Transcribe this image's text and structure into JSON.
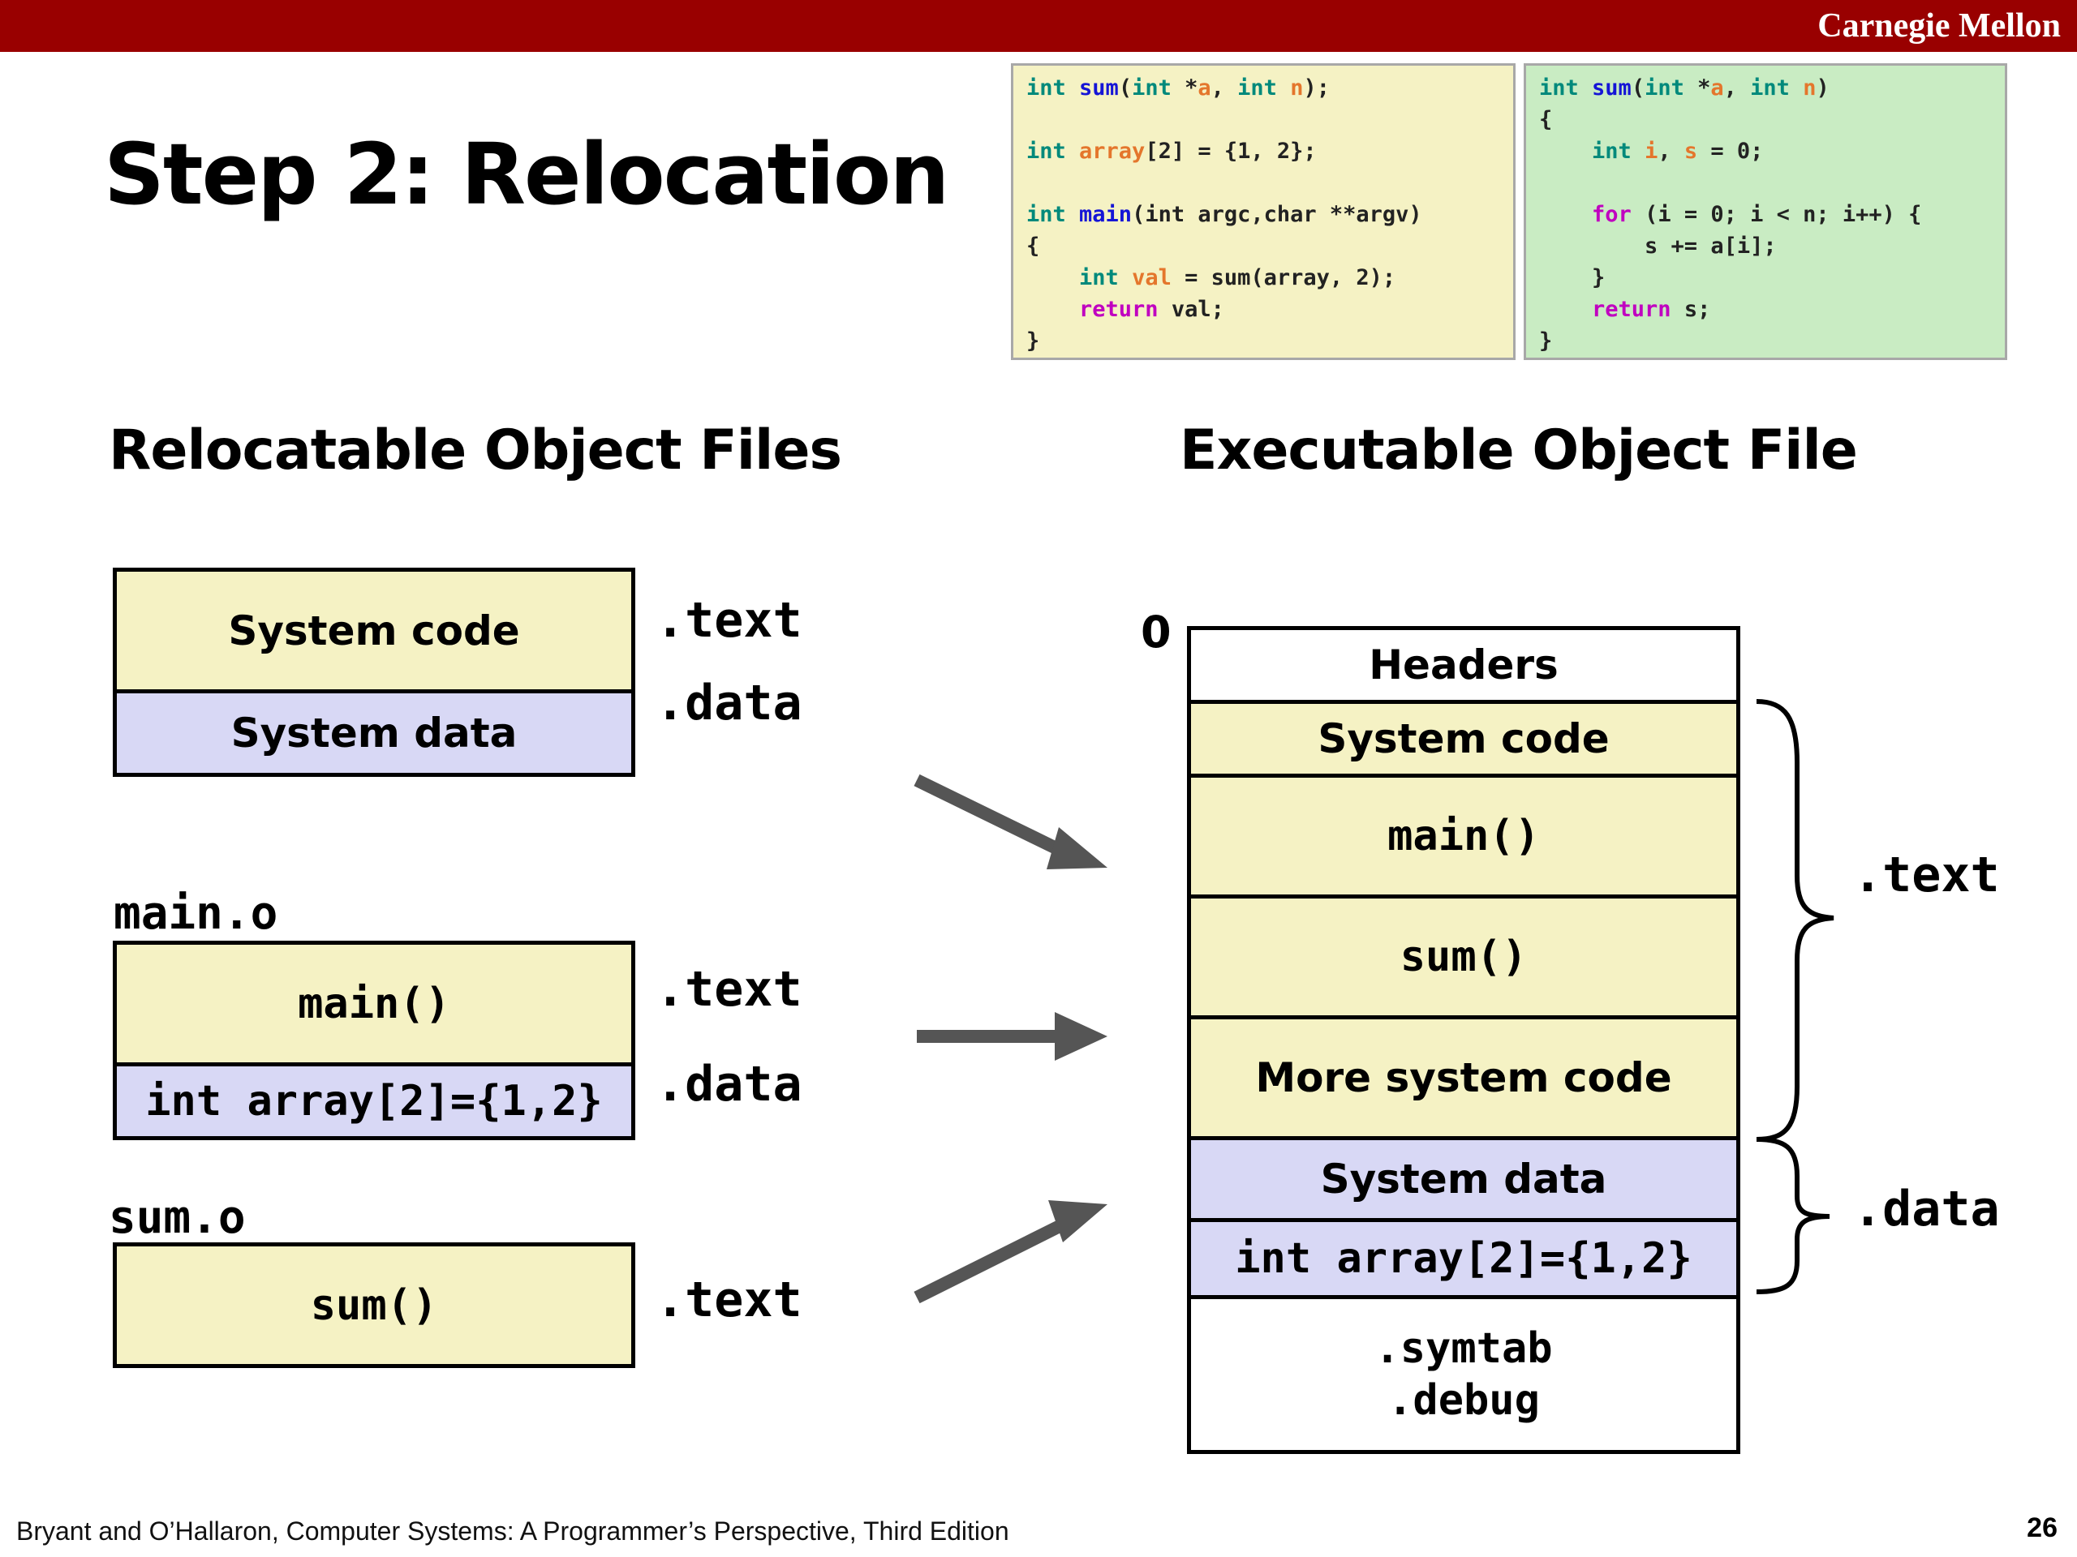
{
  "header": {
    "brand": "Carnegie Mellon"
  },
  "title": "Step 2: Relocation",
  "code_left": [
    [
      {
        "t": "int ",
        "c": "kw"
      },
      {
        "t": "sum",
        "c": "fn"
      },
      {
        "t": "(",
        "c": "tx"
      },
      {
        "t": "int ",
        "c": "kw"
      },
      {
        "t": "*",
        "c": "tx"
      },
      {
        "t": "a",
        "c": "vr"
      },
      {
        "t": ", ",
        "c": "tx"
      },
      {
        "t": "int ",
        "c": "kw"
      },
      {
        "t": "n",
        "c": "vr"
      },
      {
        "t": ");",
        "c": "tx"
      }
    ],
    [],
    [
      {
        "t": "int ",
        "c": "kw"
      },
      {
        "t": "array",
        "c": "vr"
      },
      {
        "t": "[2] = {1, 2};",
        "c": "tx"
      }
    ],
    [],
    [
      {
        "t": "int ",
        "c": "kw"
      },
      {
        "t": "main",
        "c": "fn"
      },
      {
        "t": "(int argc,char **argv)",
        "c": "tx"
      }
    ],
    [
      {
        "t": "{",
        "c": "tx"
      }
    ],
    [
      {
        "t": "    ",
        "c": "tx"
      },
      {
        "t": "int ",
        "c": "kw"
      },
      {
        "t": "val",
        "c": "vr"
      },
      {
        "t": " = sum(array, 2);",
        "c": "tx"
      }
    ],
    [
      {
        "t": "    ",
        "c": "tx"
      },
      {
        "t": "return",
        "c": "rt"
      },
      {
        "t": " val;",
        "c": "tx"
      }
    ],
    [
      {
        "t": "}",
        "c": "tx"
      }
    ]
  ],
  "code_right": [
    [
      {
        "t": "int ",
        "c": "kw"
      },
      {
        "t": "sum",
        "c": "fn"
      },
      {
        "t": "(",
        "c": "tx"
      },
      {
        "t": "int ",
        "c": "kw"
      },
      {
        "t": "*",
        "c": "tx"
      },
      {
        "t": "a",
        "c": "vr"
      },
      {
        "t": ", ",
        "c": "tx"
      },
      {
        "t": "int ",
        "c": "kw"
      },
      {
        "t": "n",
        "c": "vr"
      },
      {
        "t": ")",
        "c": "tx"
      }
    ],
    [
      {
        "t": "{",
        "c": "tx"
      }
    ],
    [
      {
        "t": "    ",
        "c": "tx"
      },
      {
        "t": "int ",
        "c": "kw"
      },
      {
        "t": "i",
        "c": "vr"
      },
      {
        "t": ", ",
        "c": "tx"
      },
      {
        "t": "s",
        "c": "vr"
      },
      {
        "t": " = 0;",
        "c": "tx"
      }
    ],
    [],
    [
      {
        "t": "    ",
        "c": "tx"
      },
      {
        "t": "for",
        "c": "rt"
      },
      {
        "t": " (i = 0; i < n; i++) {",
        "c": "tx"
      }
    ],
    [
      {
        "t": "        s += a[i];",
        "c": "tx"
      }
    ],
    [
      {
        "t": "    }",
        "c": "tx"
      }
    ],
    [
      {
        "t": "    ",
        "c": "tx"
      },
      {
        "t": "return",
        "c": "rt"
      },
      {
        "t": " s;",
        "c": "tx"
      }
    ],
    [
      {
        "t": "}",
        "c": "tx"
      }
    ]
  ],
  "left": {
    "heading": "Relocatable Object Files",
    "system": {
      "code": "System code",
      "data": "System data"
    },
    "main_o": {
      "label": "main.o",
      "text": "main()",
      "data": "int array[2]={1,2}"
    },
    "sum_o": {
      "label": "sum.o",
      "text": "sum()"
    },
    "section_text": ".text",
    "section_data": ".data"
  },
  "right": {
    "heading": "Executable Object File",
    "zero": "0",
    "headers": "Headers",
    "system_code": "System code",
    "main": "main()",
    "sum": "sum()",
    "more_system_code": "More system code",
    "system_data": "System data",
    "array": "int array[2]={1,2}",
    "symtab": ".symtab",
    "debug": ".debug",
    "text_label": ".text",
    "data_label": ".data"
  },
  "colors": {
    "header": "#990000",
    "yellow": "#f5f2c4",
    "lavender": "#d8d8f5",
    "code_green": "#c9ecc3",
    "arrow": "#555555"
  },
  "footer": {
    "citation": "Bryant and O’Hallaron, Computer Systems: A Programmer’s Perspective, Third Edition",
    "page": "26"
  }
}
